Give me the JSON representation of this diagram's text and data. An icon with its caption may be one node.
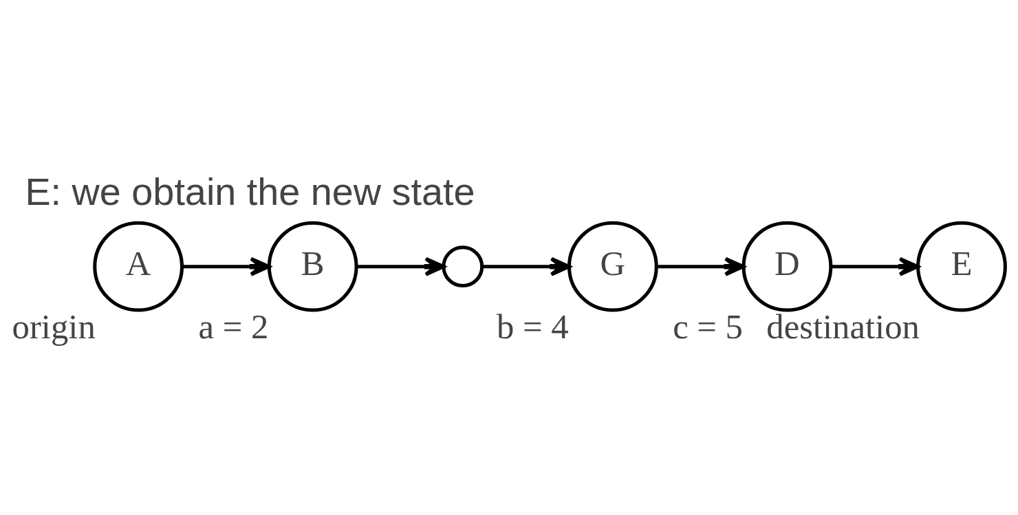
{
  "diagram": {
    "title": "E: we obtain the new state",
    "nodes": [
      {
        "text": [
          "A"
        ],
        "beside": [
          "origin"
        ]
      },
      {
        "text": [
          "B"
        ],
        "beside": [
          "a = 2"
        ]
      },
      {
        "text": [],
        "shape": "circle"
      },
      {
        "text": [
          "G"
        ],
        "beside": [
          "b = 4"
        ]
      },
      {
        "text": [
          "D"
        ],
        "beside": [
          "c = 5"
        ]
      },
      {
        "text": [
          "E"
        ],
        "beside": [
          "destination"
        ]
      }
    ],
    "edges": [
      {
        "from": 0,
        "to": 1,
        "arrow": "to"
      },
      {
        "from": 1,
        "to": 2,
        "arrow": "to"
      },
      {
        "from": 2,
        "to": 3,
        "arrow": "to"
      },
      {
        "from": 3,
        "to": 4,
        "arrow": "to"
      },
      {
        "from": 4,
        "to": 5,
        "arrow": "to"
      }
    ]
  }
}
